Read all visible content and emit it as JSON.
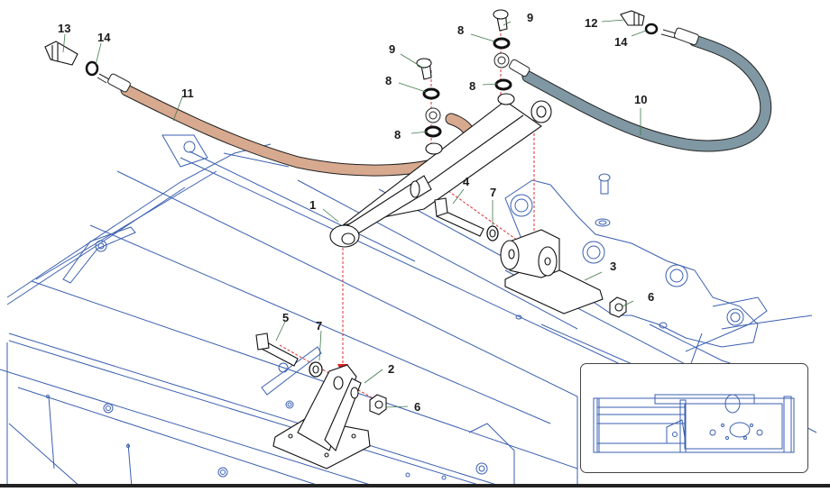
{
  "diagram": {
    "type": "exploded-parts-diagram",
    "subject": "hydraulic cylinder assembly with hoses and mounting brackets",
    "colors": {
      "frame_lines": "#3a5fb0",
      "part_lines": "#111111",
      "hose_11": "#d7a98f",
      "hose_10": "#7f98a3",
      "leader": "#3d7a4a",
      "axis_dashed": "#e03030",
      "arrow": "#e02020"
    },
    "callouts": [
      {
        "id": "13",
        "part": "adapter fitting"
      },
      {
        "id": "14",
        "part": "sealing washer (left)"
      },
      {
        "id": "11",
        "part": "hydraulic hose (tan)"
      },
      {
        "id": "9",
        "part": "banjo bolt (left)"
      },
      {
        "id": "8",
        "part": "seal ring (left upper)"
      },
      {
        "id": "8",
        "part": "seal ring (left lower)"
      },
      {
        "id": "9",
        "part": "banjo bolt (right)"
      },
      {
        "id": "8",
        "part": "seal ring (right upper)"
      },
      {
        "id": "8",
        "part": "seal ring (right lower)"
      },
      {
        "id": "12",
        "part": "adapter fitting"
      },
      {
        "id": "14",
        "part": "sealing washer (right)"
      },
      {
        "id": "10",
        "part": "hydraulic hose (grey-blue)"
      },
      {
        "id": "1",
        "part": "hydraulic cylinder"
      },
      {
        "id": "4",
        "part": "bolt (upper)"
      },
      {
        "id": "7",
        "part": "washer (upper)"
      },
      {
        "id": "3",
        "part": "cylinder rod-end bracket"
      },
      {
        "id": "6",
        "part": "lock nut (upper)"
      },
      {
        "id": "5",
        "part": "bolt (lower)"
      },
      {
        "id": "7",
        "part": "washer (lower)"
      },
      {
        "id": "2",
        "part": "cylinder base bracket"
      },
      {
        "id": "6",
        "part": "lock nut (lower)"
      }
    ],
    "inset": {
      "label": "overview thumbnail of assembly (top view)"
    }
  }
}
